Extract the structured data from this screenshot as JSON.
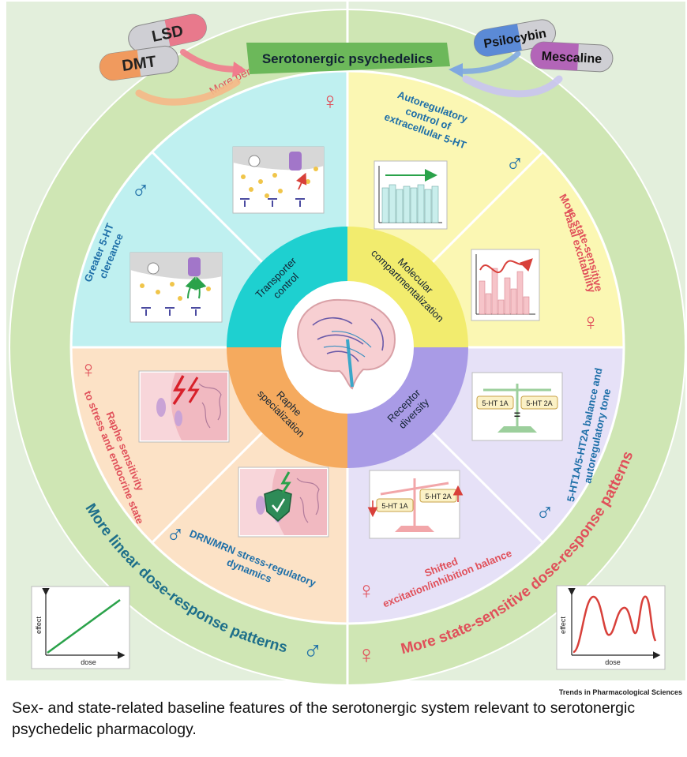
{
  "banner": "Serotonergic psychedelics",
  "pills": {
    "lsd": "LSD",
    "dmt": "DMT",
    "psilocybin": "Psilocybin",
    "mescaline": "Mescaline"
  },
  "core": {
    "transporter": [
      "Transporter",
      "control"
    ],
    "molecular": [
      "Molecular",
      "compartmentalization"
    ],
    "raphe": [
      "Raphe",
      "specialization"
    ],
    "receptor": [
      "Receptor",
      "diversity"
    ]
  },
  "segments": {
    "persistent": "More persistent 5-HT signaling",
    "autoregulatory": [
      "Autoregulatory",
      "control of",
      "extracellular 5-HT"
    ],
    "basal": [
      "More state-sensitive",
      "basal excitability"
    ],
    "balance": [
      "5-HT1A/5-HT2A balance and",
      "autoregulatory tone"
    ],
    "shifted": [
      "Shifted",
      "excitation/inhibition balance"
    ],
    "drn": [
      "DRN/MRN stress-regulatory",
      "dynamics"
    ],
    "raphe_sens": [
      "Raphe sensitivity",
      "to stress and endocrine state"
    ],
    "clearance": [
      "Greater 5-HT",
      "clereance"
    ]
  },
  "receptors": {
    "r1a": "5-HT 1A",
    "r2a": "5-HT 2A"
  },
  "outer": {
    "linear": "More linear dose-response patterns",
    "state": "More state-sensitive dose-response patterns"
  },
  "insets": {
    "effect": "effect",
    "dose": "dose"
  },
  "symbols": {
    "female": "♀",
    "male": "♂"
  },
  "colors": {
    "teal": "#bff0f0",
    "yellow": "#fbf7b3",
    "peach": "#fce2c6",
    "lavender": "#e6e1f7",
    "ring": "#cfe6b4",
    "female": "#e0505a",
    "male": "#1e6fa8",
    "banner": "#6cb85a"
  },
  "footer": {
    "credit": "Trends in Pharmacological Sciences",
    "caption": "Sex- and state-related baseline features of the serotonergic system relevant to serotonergic psychedelic pharmacology."
  }
}
